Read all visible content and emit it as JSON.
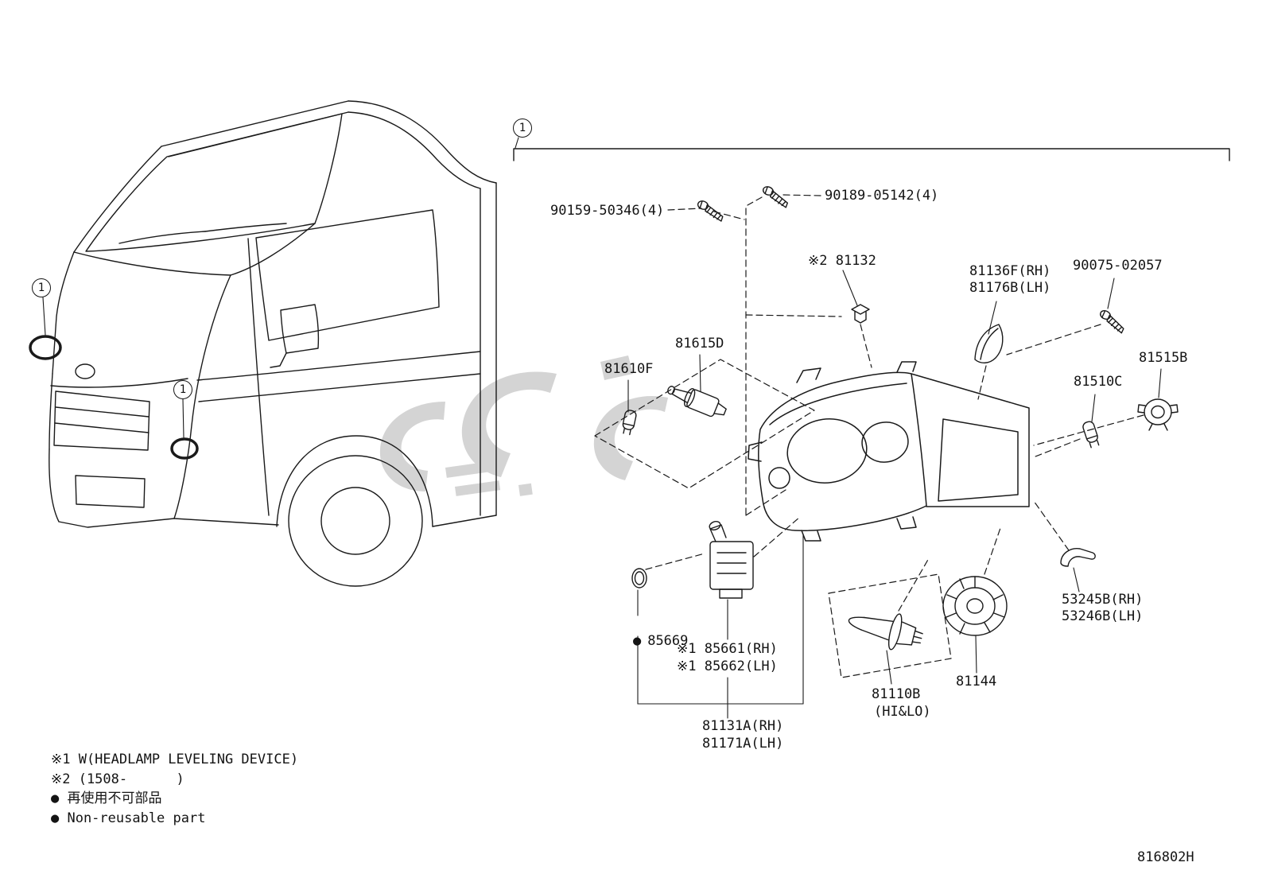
{
  "figure": {
    "code": "816802H",
    "callout_number": "1"
  },
  "parts": {
    "p90159_50346": "90159-50346(4)",
    "p90189_05142": "90189-05142(4)",
    "p81132": "※2 81132",
    "p81136F": "81136F(RH)",
    "p81176B": "81176B(LH)",
    "p90075_02057": "90075-02057",
    "p81615D": "81615D",
    "p81610F": "81610F",
    "p81515B": "81515B",
    "p81510C": "81510C",
    "p53245B": "53245B(RH)",
    "p53246B": "53246B(LH)",
    "p81144": "81144",
    "p81110B": "81110B",
    "p81110B_note": "(HI&LO)",
    "p85661": "※1 85661(RH)",
    "p85662": "※1 85662(LH)",
    "p85669_marker": "●",
    "p85669": "85669",
    "p81131A": "81131A(RH)",
    "p81171A": "81171A(LH)"
  },
  "notes": {
    "note1": "※1 W(HEADLAMP LEVELING DEVICE)",
    "note2": "※2 (1508-      )",
    "note3": "● 再使用不可部品",
    "note4": "● Non-reusable part"
  }
}
